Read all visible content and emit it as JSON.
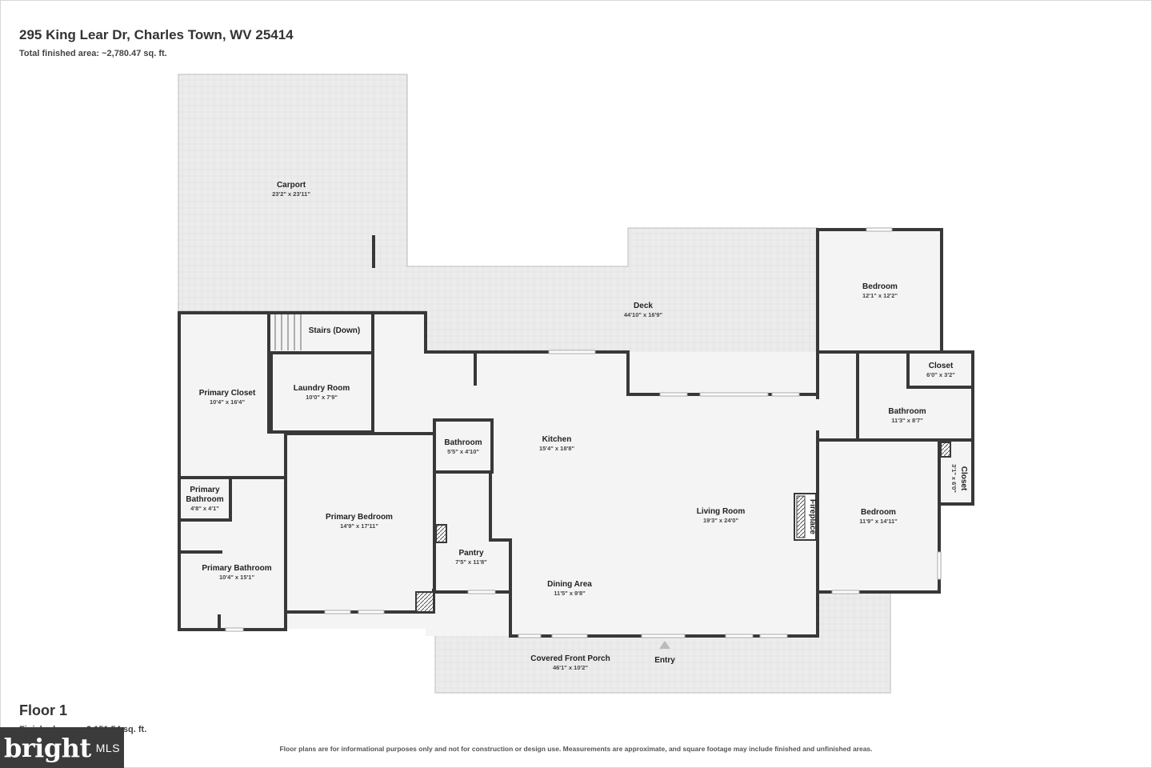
{
  "header": {
    "title": "295 King Lear Dr, Charles Town, WV 25414",
    "subtitle": "Total finished area: ~2,780.47 sq. ft."
  },
  "floor": {
    "name": "Floor 1",
    "area": "Finished area: ~2,151.54 sq. ft."
  },
  "disclaimer": "Floor plans are for informational purposes only and not for construction or design use. Measurements are approximate, and square footage may include finished and unfinished areas.",
  "logo": {
    "text": "bright",
    "suffix": "MLS"
  },
  "colors": {
    "wall": "#383838",
    "floor": "#f4f4f4",
    "outdoor": "#ebebeb",
    "accent": "#bbbbbb"
  },
  "rooms": {
    "carport": {
      "name": "Carport",
      "dim": "23'2\" x 23'11\""
    },
    "deck": {
      "name": "Deck",
      "dim": "44'10\" x 16'9\""
    },
    "bedroom_top": {
      "name": "Bedroom",
      "dim": "12'1\" x 12'2\""
    },
    "closet_top": {
      "name": "Closet",
      "dim": "6'0\" x 3'2\""
    },
    "bathroom_right": {
      "name": "Bathroom",
      "dim": "11'3\" x 8'7\""
    },
    "closet_side": {
      "name": "Closet",
      "dim": "3'1\" x 6'0\""
    },
    "bedroom_right": {
      "name": "Bedroom",
      "dim": "11'9\" x 14'11\""
    },
    "stairs": {
      "name": "Stairs (Down)"
    },
    "primary_closet": {
      "name": "Primary Closet",
      "dim": "10'4\" x 16'4\""
    },
    "laundry": {
      "name": "Laundry Room",
      "dim": "10'0\" x 7'9\""
    },
    "bathroom_small": {
      "name": "Bathroom",
      "dim": "5'5\" x 4'10\""
    },
    "kitchen": {
      "name": "Kitchen",
      "dim": "15'4\" x 18'8\""
    },
    "primary_bath_small": {
      "name": "Primary",
      "name2": "Bathroom",
      "dim": "4'8\" x 4'1\""
    },
    "primary_bedroom": {
      "name": "Primary Bedroom",
      "dim": "14'9\" x 17'11\""
    },
    "living": {
      "name": "Living Room",
      "dim": "19'3\" x 24'0\""
    },
    "fireplace": {
      "name": "Fireplace"
    },
    "pantry": {
      "name": "Pantry",
      "dim": "7'5\" x 11'8\""
    },
    "primary_bath": {
      "name": "Primary Bathroom",
      "dim": "10'4\" x 15'1\""
    },
    "dining": {
      "name": "Dining Area",
      "dim": "11'5\" x 9'8\""
    },
    "porch": {
      "name": "Covered Front Porch",
      "dim": "46'1\" x 10'2\""
    },
    "entry": {
      "name": "Entry"
    }
  }
}
